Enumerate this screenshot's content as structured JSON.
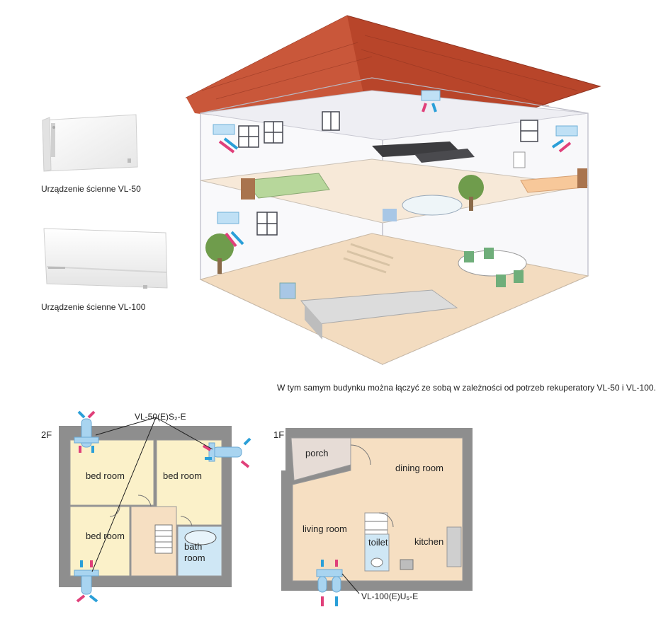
{
  "products": [
    {
      "caption": "Urządzenie ścienne VL-50"
    },
    {
      "caption": "Urządzenie ścienne VL-100"
    }
  ],
  "house_caption": "W tym samym budynku można łączyć ze sobą w zależności od potrzeb rekuperatory VL-50 i VL-100.",
  "floor2": {
    "label": "2F",
    "model": "VL-50(E)S₂-E",
    "rooms": [
      "bed room",
      "bed room",
      "bed room",
      "bath room"
    ]
  },
  "floor1": {
    "label": "1F",
    "model": "VL-100(E)U₅-E",
    "rooms": [
      "porch",
      "dining room",
      "living room",
      "toilet",
      "kitchen"
    ]
  },
  "colors": {
    "supply_arrow": "#2a9fd8",
    "exhaust_arrow": "#e0407a",
    "wall": "#8e8e8e",
    "room_yellow": "#fbf1c9",
    "room_beige": "#f6dfc2",
    "bath_blue": "#cfe7f5",
    "roof": "#b8452a"
  }
}
